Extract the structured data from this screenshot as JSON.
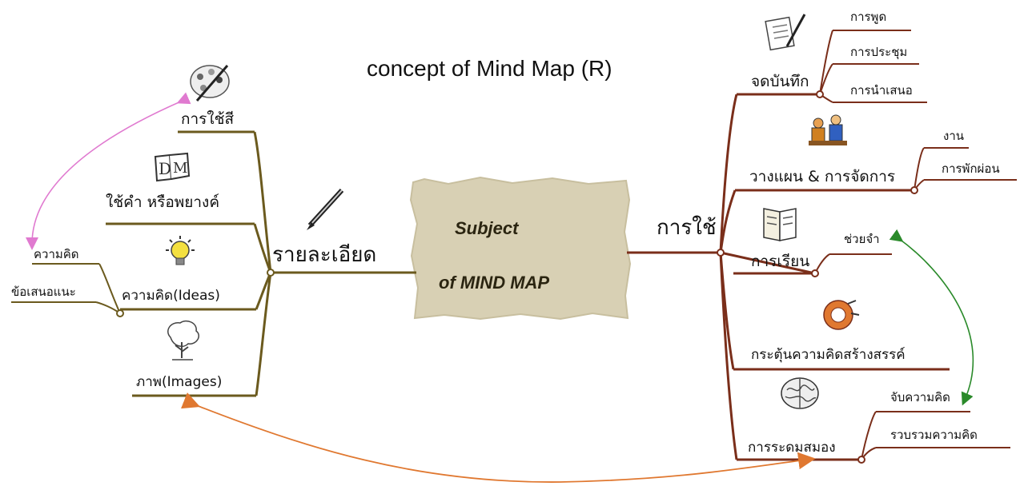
{
  "title": "concept of Mind Map (R)",
  "center": {
    "line1": "Subject",
    "line2": "of MIND MAP"
  },
  "left_main": "รายละเอียด",
  "left_branches": {
    "colors": "การใช้สี",
    "words": "ใช้คำ หรือพยางค์",
    "ideas": "ความคิด(Ideas)",
    "images": "ภาพ(Images)",
    "idea_sub1": "ความคิด",
    "idea_sub2": "ข้อเสนอแนะ"
  },
  "right_main": "การใช้",
  "right_branches": {
    "notes": "จดบันทึก",
    "notes_sub1": "การพูด",
    "notes_sub2": "การประชุม",
    "notes_sub3": "การนำเสนอ",
    "plan": "วางแผน & การจัดการ",
    "plan_sub1": "งาน",
    "plan_sub2": "การพักผ่อน",
    "study": "การเรียน",
    "study_sub1": "ช่วยจำ",
    "creative": "กระตุ้นความคิดสร้างสรรค์",
    "brainstorm": "การระดมสมอง",
    "brainstorm_sub1": "จับความคิด",
    "brainstorm_sub2": "รวบรวมความคิด"
  },
  "colors": {
    "left_branch": "#6b5a1e",
    "right_branch": "#7a2e1a",
    "center_fill": "#d8d0b4",
    "arrow_pink": "#e07ad0",
    "arrow_orange": "#e07830",
    "arrow_green": "#2a8a2a"
  }
}
